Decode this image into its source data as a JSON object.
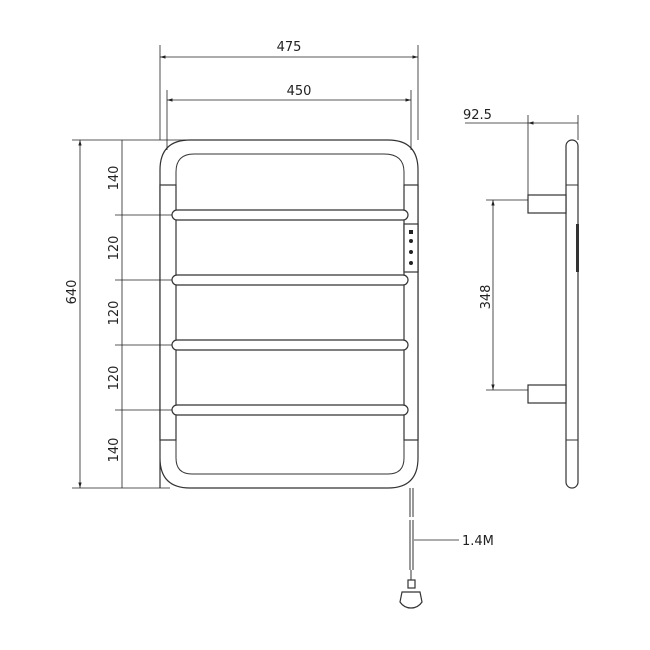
{
  "front_view": {
    "overall_width": "475",
    "inner_width": "450",
    "overall_height": "640",
    "segments": [
      "140",
      "120",
      "120",
      "120",
      "140"
    ]
  },
  "side_view": {
    "depth": "92.5",
    "bracket_spacing": "348"
  },
  "cable": {
    "length": "1.4M"
  }
}
